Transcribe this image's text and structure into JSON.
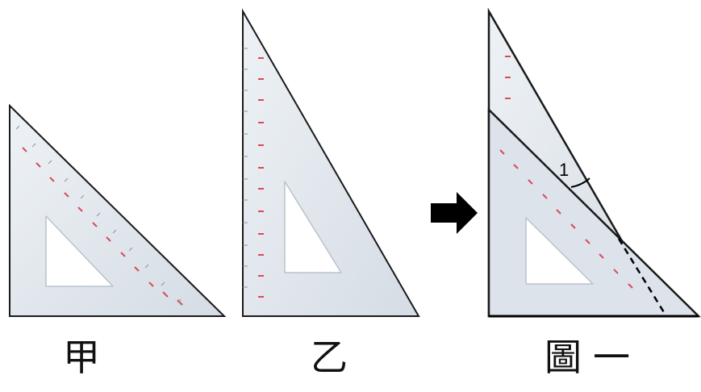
{
  "captions": {
    "triangle_a": "甲",
    "triangle_b": "乙",
    "figure": "圖一"
  },
  "angle_label": "1",
  "colors": {
    "ruler_fill": "#dfe5ec",
    "ruler_edge": "#1a1a1a",
    "scale_marks": "#d94a5a",
    "arrow": "#000000",
    "cutout": "#ffffff"
  },
  "icons": {
    "arrow": "right-arrow-icon"
  }
}
